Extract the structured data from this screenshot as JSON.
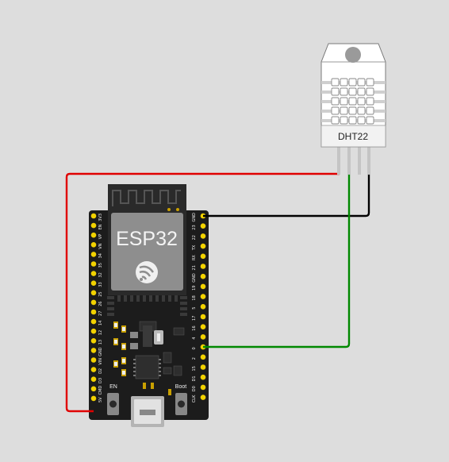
{
  "board": {
    "name": "ESP32",
    "en_button_label": "EN",
    "boot_button_label": "Boot",
    "left_pins": [
      "3V3",
      "EN",
      "VP",
      "VN",
      "34",
      "35",
      "32",
      "33",
      "25",
      "26",
      "27",
      "14",
      "12",
      "13",
      "GND",
      "VIN",
      "D2",
      "D3",
      "CMD",
      "5V"
    ],
    "right_pins": [
      "GND",
      "23",
      "22",
      "TX",
      "RX",
      "21",
      "GND",
      "19",
      "18",
      "5",
      "17",
      "16",
      "4",
      "0",
      "2",
      "15",
      "D1",
      "D0",
      "CLK"
    ]
  },
  "sensor": {
    "name": "DHT22",
    "pin_count": 4
  },
  "wires": [
    {
      "name": "vcc-wire",
      "color": "#e00000"
    },
    {
      "name": "gnd-wire",
      "color": "#000000"
    },
    {
      "name": "data-wire",
      "color": "#008800"
    }
  ],
  "colors": {
    "background": "#dddddd",
    "board": "#1c1c1c",
    "module": "#2b2b2b",
    "chip": "#8a8a8a",
    "pin": "#f2d200",
    "sensor_body": "#ffffff",
    "sensor_label_bg": "#f2f2f2"
  }
}
